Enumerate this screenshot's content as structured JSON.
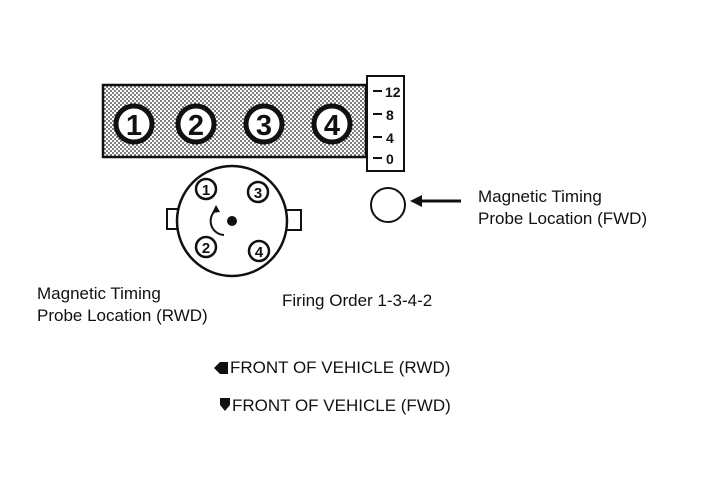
{
  "cylinders": [
    "1",
    "2",
    "3",
    "4"
  ],
  "timing_scale": [
    "12",
    "8",
    "4",
    "0"
  ],
  "distributor_terminals": [
    "1",
    "3",
    "2",
    "4"
  ],
  "fwd_probe": {
    "line1": "Magnetic Timing",
    "line2": "Probe Location (FWD)"
  },
  "rwd_probe": {
    "line1": "Magnetic Timing",
    "line2": "Probe Location (RWD)"
  },
  "firing_order": "Firing Order 1-3-4-2",
  "front_rwd": "FRONT OF VEHICLE (RWD)",
  "front_fwd": "FRONT OF VEHICLE (FWD)"
}
